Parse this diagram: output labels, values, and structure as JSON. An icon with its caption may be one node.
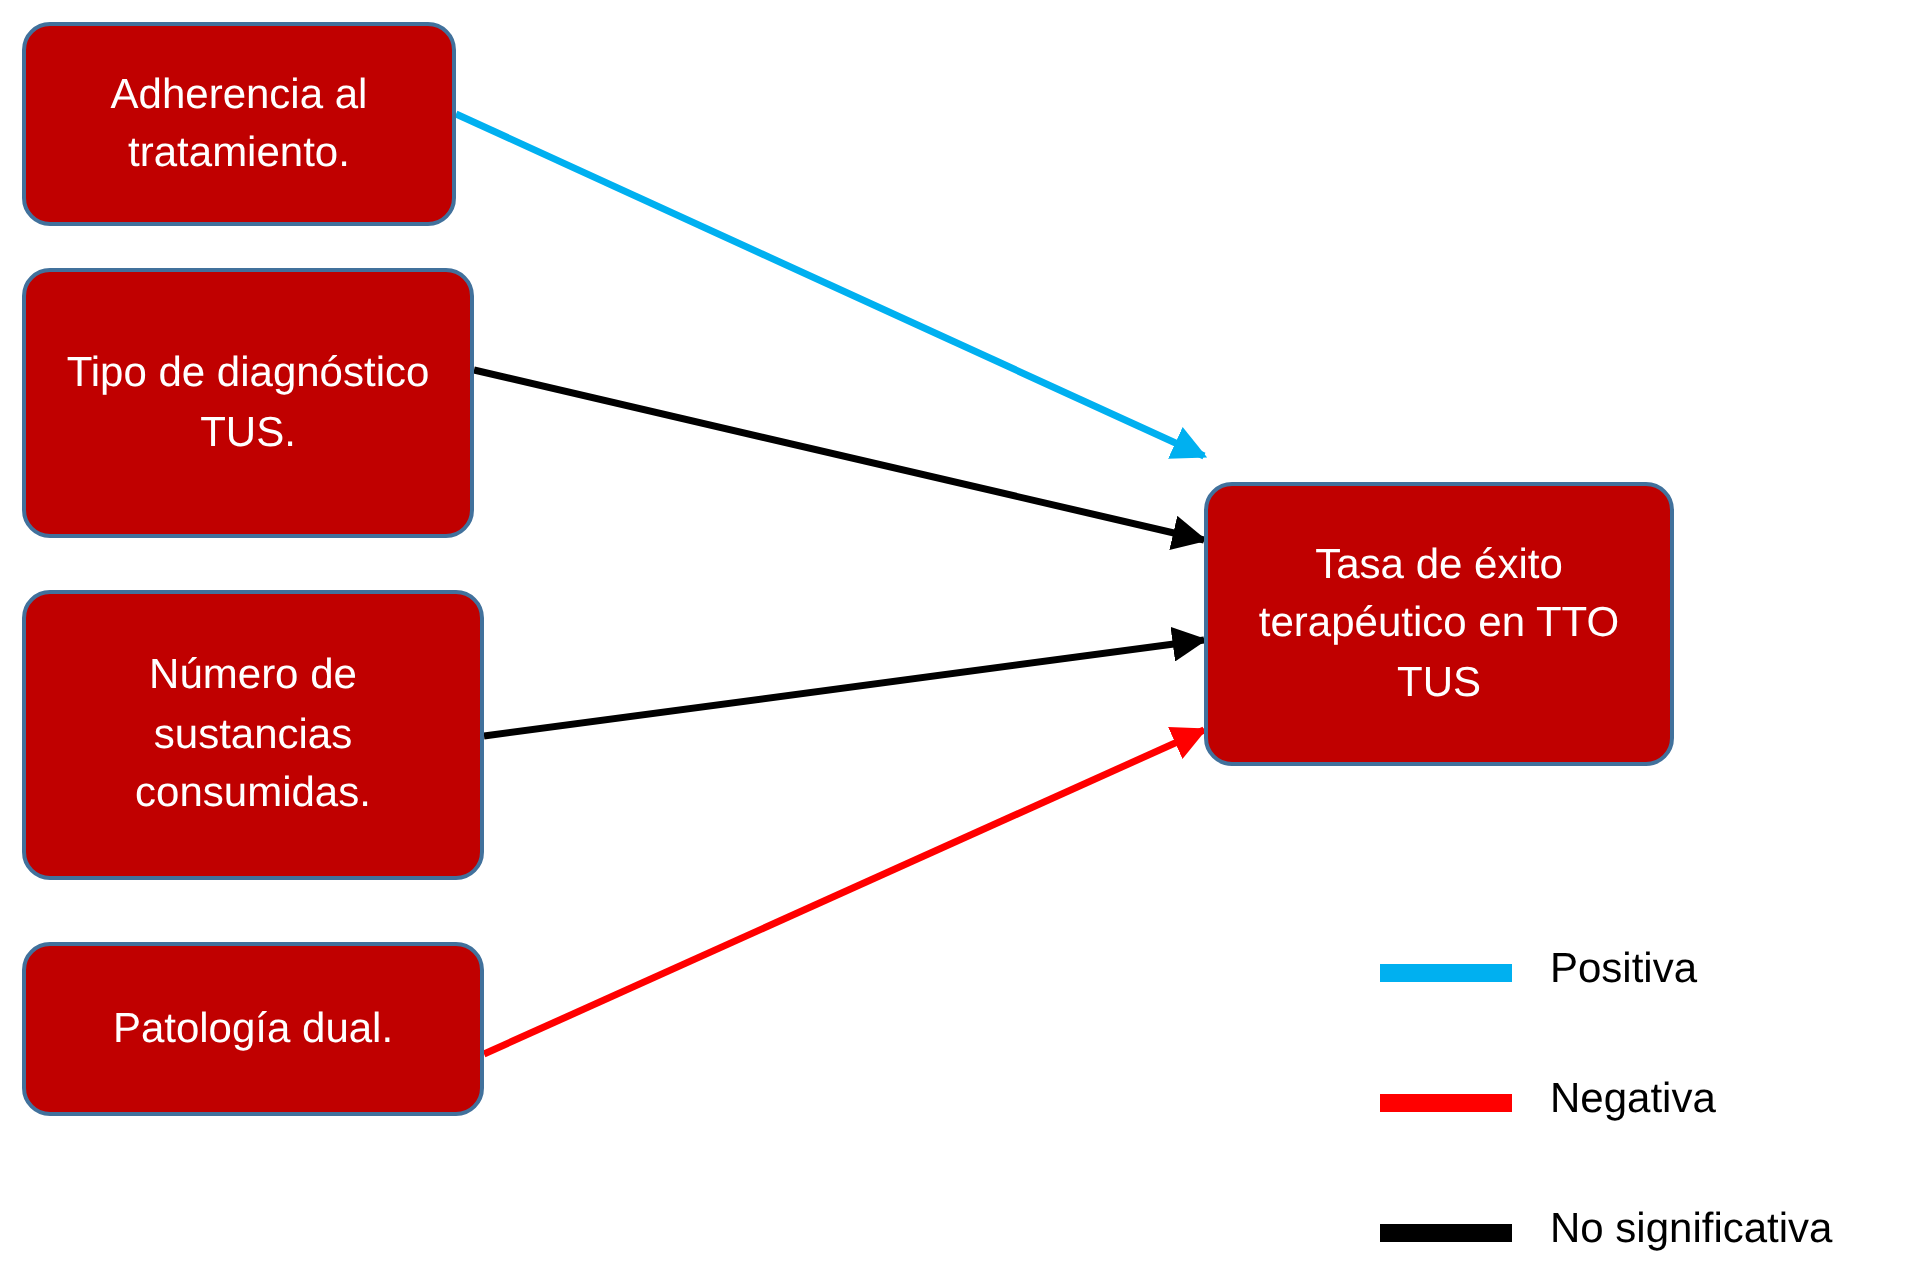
{
  "diagram": {
    "nodes": [
      {
        "text": [
          "Adherencia al tratamiento."
        ]
      },
      {
        "text": [
          "Tipo de diagnóstico TUS."
        ]
      },
      {
        "text": [
          "Número de sustancias consumidas."
        ]
      },
      {
        "text": [
          "Patología dual."
        ]
      },
      {
        "text": [
          "Tasa de éxito terapéutico en TTO TUS"
        ]
      }
    ],
    "edges": [
      {
        "from": 0,
        "to": 4,
        "arrow": "to",
        "color": "#00b0f0"
      },
      {
        "from": 1,
        "to": 4,
        "arrow": "to"
      },
      {
        "from": 2,
        "to": 4,
        "arrow": "to"
      },
      {
        "from": 3,
        "to": 4,
        "arrow": "to",
        "color": "#ff0000"
      }
    ],
    "legend": [
      {
        "text": "Positiva",
        "color": "#00b0f0"
      },
      {
        "text": "Negativa",
        "color": "#ff0000"
      },
      {
        "text": "No significativa",
        "color": "#000000"
      }
    ]
  }
}
